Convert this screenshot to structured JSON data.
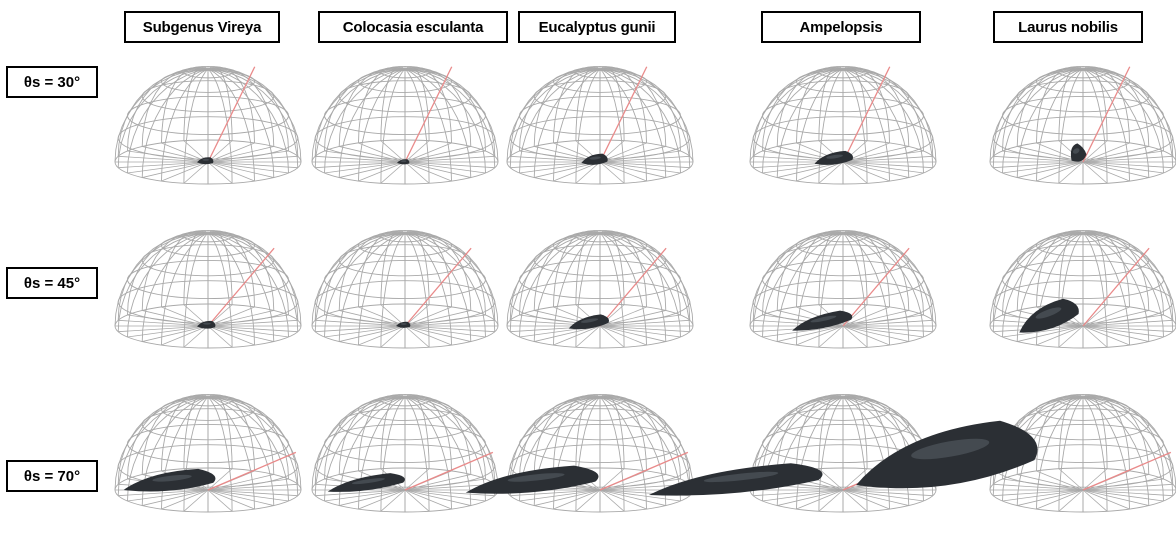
{
  "columns": [
    {
      "label": "Subgenus Vireya"
    },
    {
      "label": "Colocasia esculanta"
    },
    {
      "label": "Eucalyptus gunii"
    },
    {
      "label": "Ampelopsis"
    },
    {
      "label": "Laurus nobilis"
    }
  ],
  "rows": [
    {
      "label": "θs = 30°",
      "zenith_deg": 30
    },
    {
      "label": "θs = 45°",
      "zenith_deg": 45
    },
    {
      "label": "θs = 70°",
      "zenith_deg": 70
    }
  ],
  "colors": {
    "wireframe": "#a9a9a9",
    "sun_ray": "#e98a8a",
    "shadow": "#2b2f34",
    "shadow_highlight": "#5a6068"
  }
}
